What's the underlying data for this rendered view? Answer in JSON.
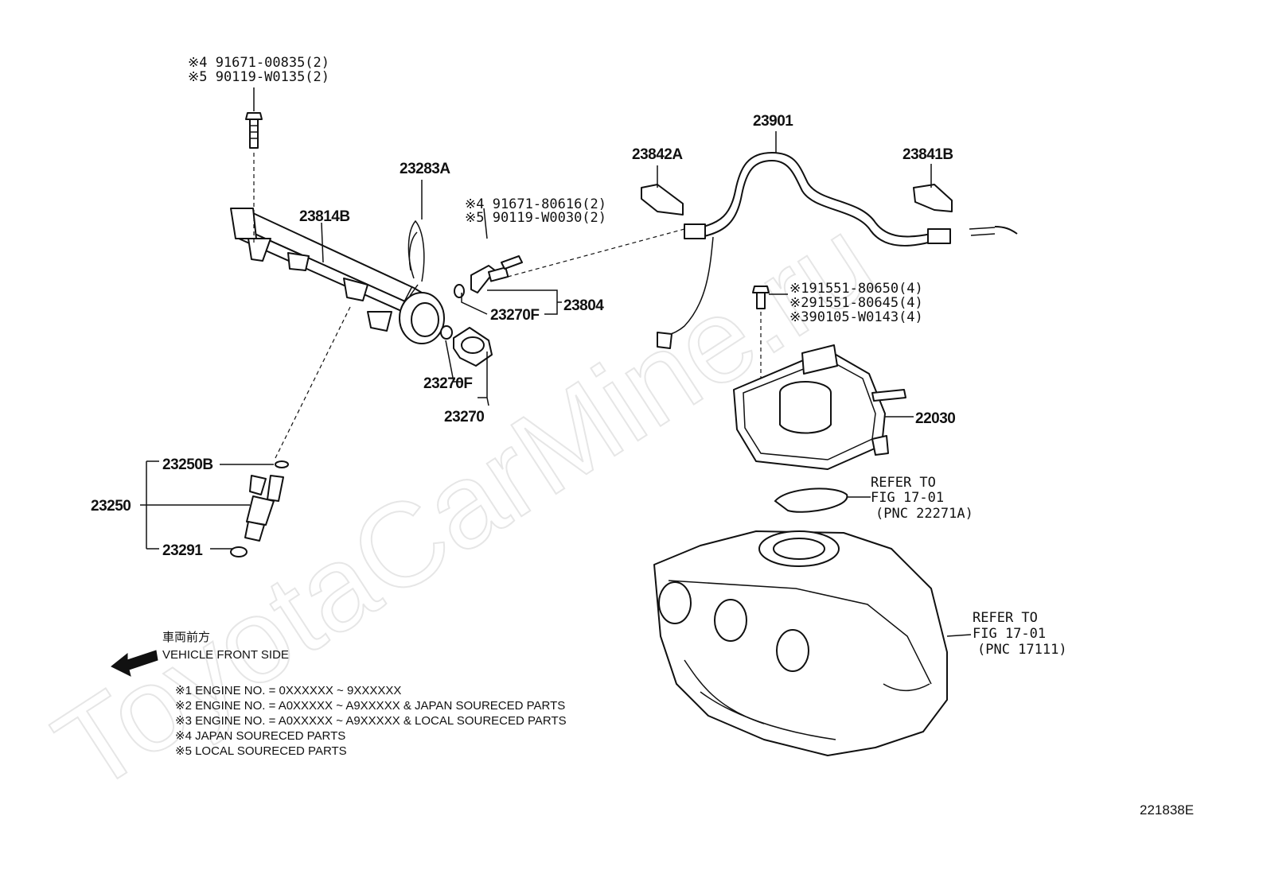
{
  "watermark": "ToyotaCarMine.ru",
  "figure_code": "221838E",
  "direction": {
    "line1": "車両前方",
    "line2": "VEHICLE FRONT SIDE"
  },
  "notes": [
    "※1 ENGINE NO. = 0XXXXXX ~ 9XXXXXX",
    "※2 ENGINE NO. = A0XXXXX ~ A9XXXXX & JAPAN SOURECED PARTS",
    "※3 ENGINE NO. = A0XXXXX ~ A9XXXXX & LOCAL SOURECED PARTS",
    "※4 JAPAN SOURECED PARTS",
    "※5 LOCAL SOURECED PARTS"
  ],
  "bolt_top": [
    "※4 91671-00835(2)",
    "※5 90119-W0135(2)"
  ],
  "bolt_mid": [
    "※4 91671-80616(2)",
    "※5 90119-W0030(2)"
  ],
  "bolt_right": [
    "※191551-80650(4)",
    "※291551-80645(4)",
    "※390105-W0143(4)"
  ],
  "parts": {
    "p23901": "23901",
    "p23842A": "23842A",
    "p23841B": "23841B",
    "p23283A": "23283A",
    "p23814B": "23814B",
    "p23804": "23804",
    "p23270F_a": "23270F",
    "p23270F_b": "23270F",
    "p23270": "23270",
    "p22030": "22030",
    "p23250B": "23250B",
    "p23250": "23250",
    "p23291": "23291"
  },
  "refer1": [
    "REFER TO",
    "FIG 17-01",
    "(PNC 22271A)"
  ],
  "refer2": [
    "REFER TO",
    "FIG 17-01",
    "(PNC 17111)"
  ]
}
